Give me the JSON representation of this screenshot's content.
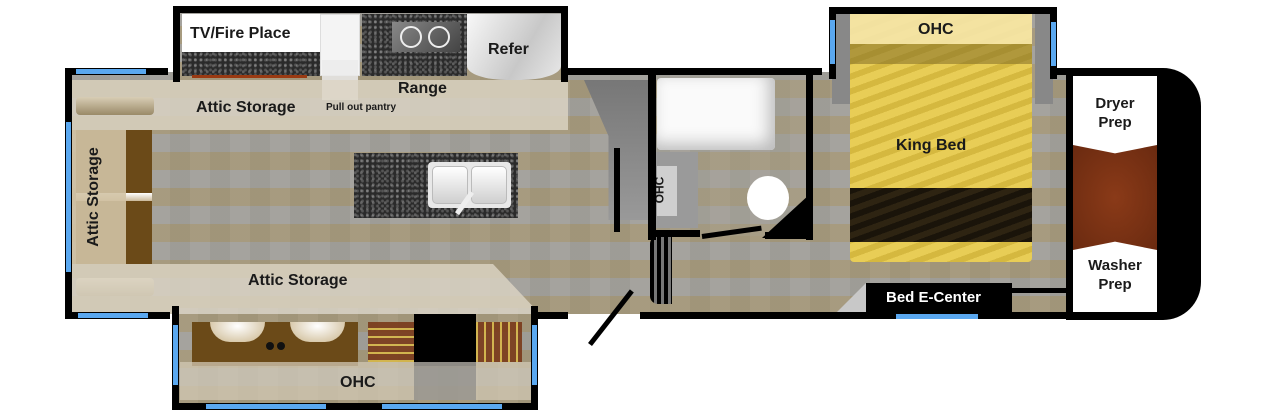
{
  "floorplan": {
    "rooms": {
      "tv_fireplace": "TV/Fire Place",
      "range": "Range",
      "refer": "Refer",
      "pull_out_pantry": "Pull out pantry",
      "attic_storage_top": "Attic Storage",
      "attic_storage_left": "Attic Storage",
      "attic_storage_bottom": "Attic Storage",
      "ohc_slide": "OHC",
      "ohc_bath": "OHC",
      "ohc_bedroom": "OHC",
      "king_bed": "King Bed",
      "bed_e_center": "Bed E-Center",
      "dryer_prep": "Dryer\nPrep",
      "washer_prep": "Washer\nPrep"
    },
    "colors": {
      "wall": "#000000",
      "window": "#5aa8f0",
      "bed": "#e2c64c",
      "laundry_accent": "#7a2e12",
      "floor": "#a8a294",
      "sofa": "#6b4a18"
    }
  }
}
